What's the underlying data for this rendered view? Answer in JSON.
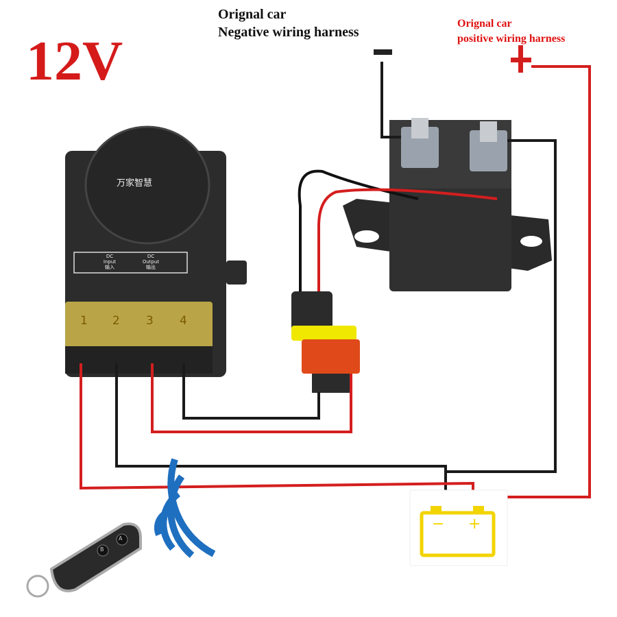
{
  "voltage_label": "12V",
  "negative_label": {
    "line1": "Orignal car",
    "line2": "Negative wiring harness",
    "symbol": "-"
  },
  "positive_label": {
    "line1": "Orignal car",
    "line2": "positive wiring harness",
    "symbol": "+"
  },
  "receiver": {
    "brand": "万家智慧",
    "input_label": {
      "line1": "DC",
      "line2": "Input",
      "line3": "输入"
    },
    "output_label": {
      "line1": "DC",
      "line2": "Output",
      "line3": "输出"
    },
    "terminals": [
      "1",
      "2",
      "3",
      "4"
    ]
  },
  "battery": {
    "minus": "−",
    "plus": "+"
  },
  "remote": {
    "buttons": [
      "A",
      "B"
    ]
  },
  "colors": {
    "wire_red": "#d41e1e",
    "wire_black": "#1a1a1a",
    "battery_yellow": "#f2d400",
    "signal_blue": "#1f6fc0"
  }
}
